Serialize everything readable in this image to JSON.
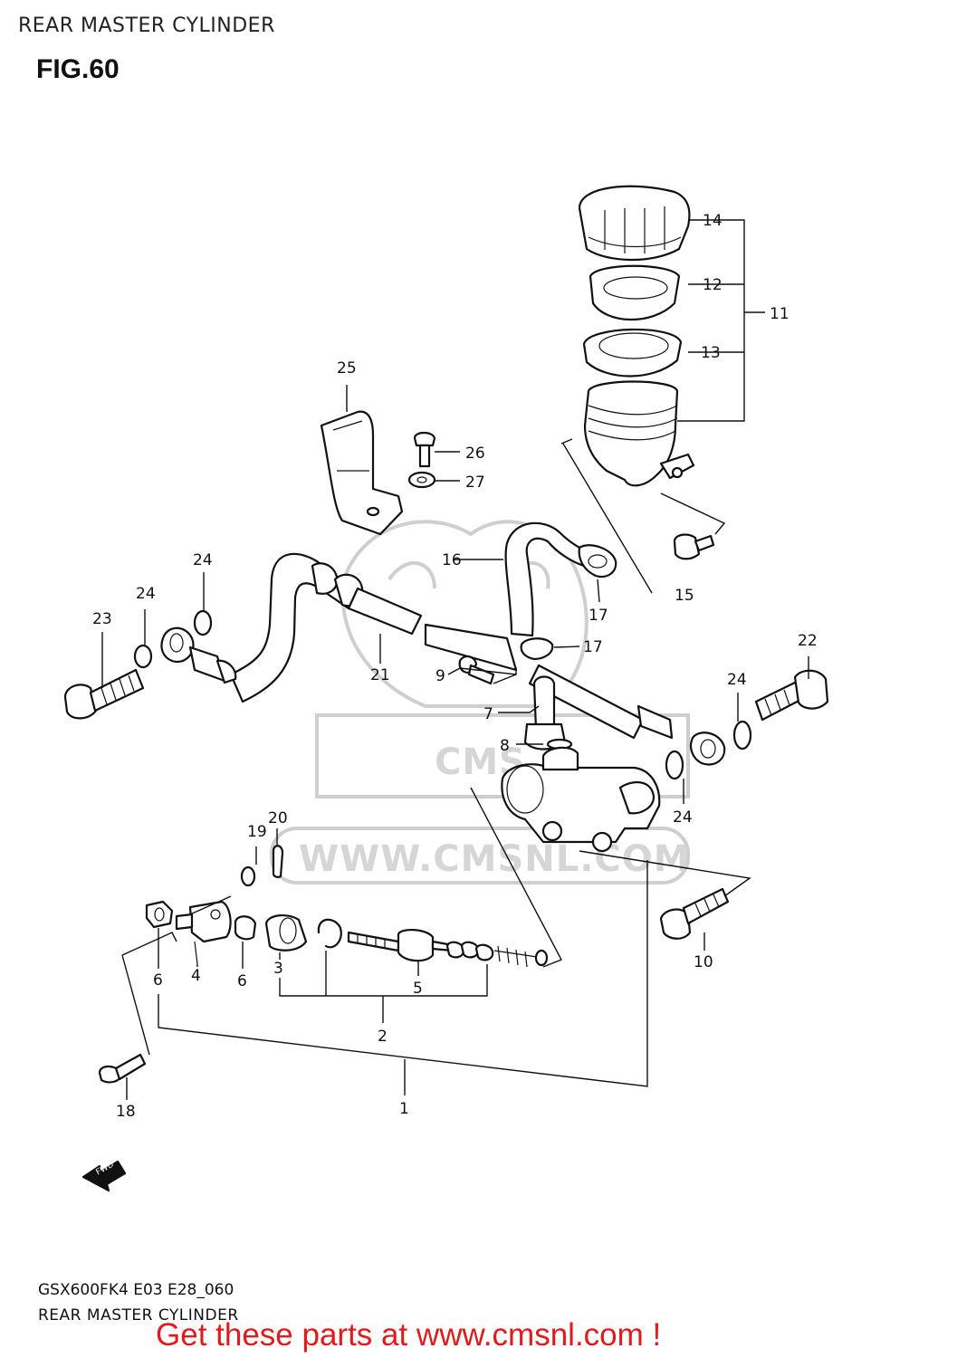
{
  "header": {
    "title": "REAR MASTER CYLINDER",
    "figure": "FIG.60"
  },
  "watermark": {
    "text": "WWW.CMSNL.COM",
    "logo_text": "CMS"
  },
  "fwd_icon": {
    "label": "FWD"
  },
  "callouts": {
    "c1": "1",
    "c2": "2",
    "c3": "3",
    "c4": "4",
    "c5": "5",
    "c6a": "6",
    "c6b": "6",
    "c7": "7",
    "c8": "8",
    "c9": "9",
    "c10": "10",
    "c11": "11",
    "c12": "12",
    "c13": "13",
    "c14": "14",
    "c15": "15",
    "c16": "16",
    "c17a": "17",
    "c17b": "17",
    "c18": "18",
    "c19": "19",
    "c20": "20",
    "c21": "21",
    "c22": "22",
    "c23": "23",
    "c24a": "24",
    "c24b": "24",
    "c24c": "24",
    "c24d": "24",
    "c25": "25",
    "c26": "26",
    "c27": "27"
  },
  "footer": {
    "code": "GSX600FK4 E03 E28_060",
    "title": "REAR MASTER CYLINDER",
    "cta": "Get these parts at www.cmsnl.com !"
  },
  "colors": {
    "cta": "#e01b1b",
    "ink": "#111111",
    "watermark": "#cfcfcf"
  }
}
